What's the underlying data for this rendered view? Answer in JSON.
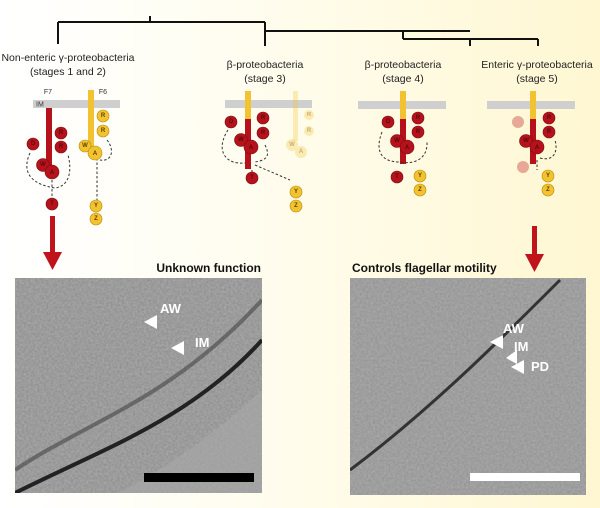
{
  "groups": [
    {
      "name": "Non-enteric γ-proteobacteria",
      "stage": "(stages 1 and 2)"
    },
    {
      "name": "β-proteobacteria",
      "stage": "(stage 3)"
    },
    {
      "name": "β-proteobacteria",
      "stage": "(stage 4)"
    },
    {
      "name": "Enteric γ-proteobacteria",
      "stage": "(stage 5)"
    }
  ],
  "operon_labels": {
    "f7": "F7",
    "f6": "F6",
    "im": "IM"
  },
  "proteins": {
    "p1": [
      "R",
      "R",
      "D",
      "W",
      "A",
      "T",
      "R",
      "R",
      "W",
      "A",
      "Y",
      "Z"
    ],
    "p2": [
      "D",
      "R",
      "R",
      "W",
      "A",
      "T",
      "Y",
      "Z",
      "R",
      "R",
      "W",
      "A"
    ],
    "p3": [
      "D",
      "R",
      "R",
      "W",
      "A",
      "T",
      "Y",
      "Z"
    ],
    "p4": [
      "R",
      "R",
      "W",
      "A",
      "Y",
      "Z"
    ]
  },
  "micrographs": [
    {
      "title": "Unknown function",
      "labels": [
        "AW",
        "IM"
      ]
    },
    {
      "title": "Controls flagellar motility",
      "labels": [
        "AW",
        "IM",
        "PD"
      ]
    }
  ],
  "colors": {
    "f7": "#b5121b",
    "f6": "#f2c230",
    "background_end": "#fff8d6"
  }
}
